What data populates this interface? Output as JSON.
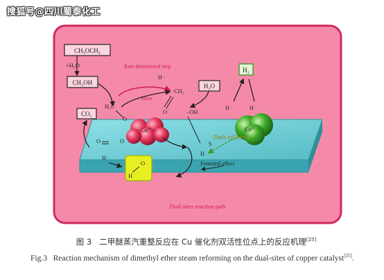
{
  "watermark": "搜狐号@四川蜀泰化工",
  "diagram": {
    "boxes": {
      "dme": "CH₃OCH₃",
      "water_in": "+H₂O",
      "methanol": "CH₂OH",
      "co2": "CO₂",
      "h2o": "H₂O",
      "h2": "H₂"
    },
    "labels": {
      "rate_step": "Rate determined step",
      "slow": "Slow",
      "h_dot_top": "H ·",
      "h_dot_right": "H ·",
      "h_dot_right2": "H ·",
      "h_dot_left": "H ·",
      "ch2_label": "CH₂",
      "h3c": "H₃C",
      "oh": "–OH",
      "o_left": "O",
      "o_mid": "O",
      "o_box": "O",
      "h_box": "H",
      "o_right1": "O",
      "c_dbl": "O",
      "h_atom": "H",
      "s_atom": "S",
      "cu_left": "Cu⁺",
      "cu_right": "Cu⁰",
      "back_spillover": "(Back spillover)",
      "fenestral": "Fenestral effect",
      "footer": "Dual-sites reaction path"
    },
    "colors": {
      "frame_border": "#d02a5e",
      "frame_fill": "#f58aa8",
      "plate": "#6fcfd6",
      "red_arrow": "#d01c4f",
      "green_sphere": "#3faa2c",
      "cu_sphere": "#e2375c",
      "yellow_box": "#e6f021"
    }
  },
  "caption": {
    "cn_prefix": "图 3",
    "cn_text": "二甲醚蒸汽重整反应在 Cu 催化剂双活性位点上的反应机理",
    "cn_ref": "[25]",
    "en_prefix": "Fig.3",
    "en_text": "Reaction mechanism of dimethyl ether steam reforming on the dual-sites of copper catalyst",
    "en_ref": "[25]",
    "en_end": "."
  }
}
